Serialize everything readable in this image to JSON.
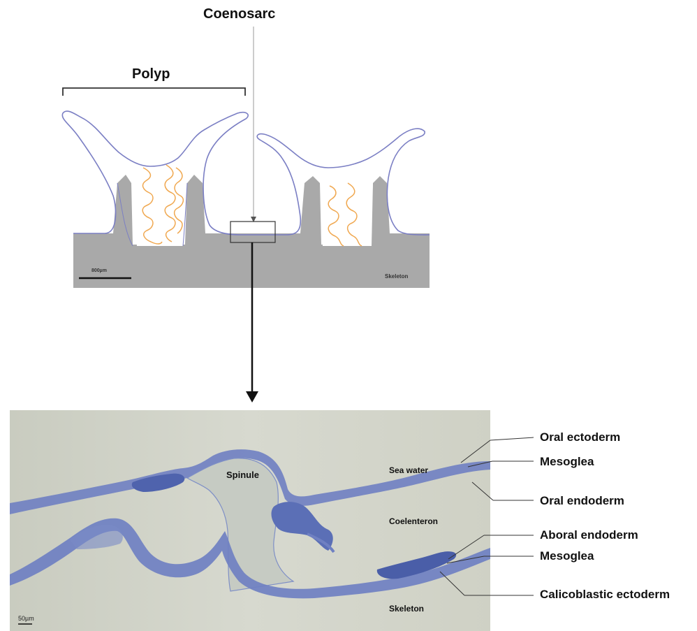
{
  "top_diagram": {
    "coenosarc_label": "Coenosarc",
    "polyp_label": "Polyp",
    "scale_label": "800µm",
    "skeleton_label": "Skeleton"
  },
  "micrograph": {
    "spinule_label": "Spinule",
    "sea_water_label": "Sea water",
    "coelenteron_label": "Coelenteron",
    "skeleton_label": "Skeleton",
    "scale_label": "50µm"
  },
  "callouts": [
    "Oral ectoderm",
    "Mesoglea",
    "Oral endoderm",
    "Aboral endoderm",
    "Mesoglea",
    "Calicoblastic ectoderm"
  ],
  "colors": {
    "skeleton_gray": "#a9a9a9",
    "tissue_outline": "#7b7fc4",
    "mesentery_orange": "#f0a850",
    "micrograph_bg": "#d5d8cd",
    "tissue_blue": "#5f74bd"
  }
}
